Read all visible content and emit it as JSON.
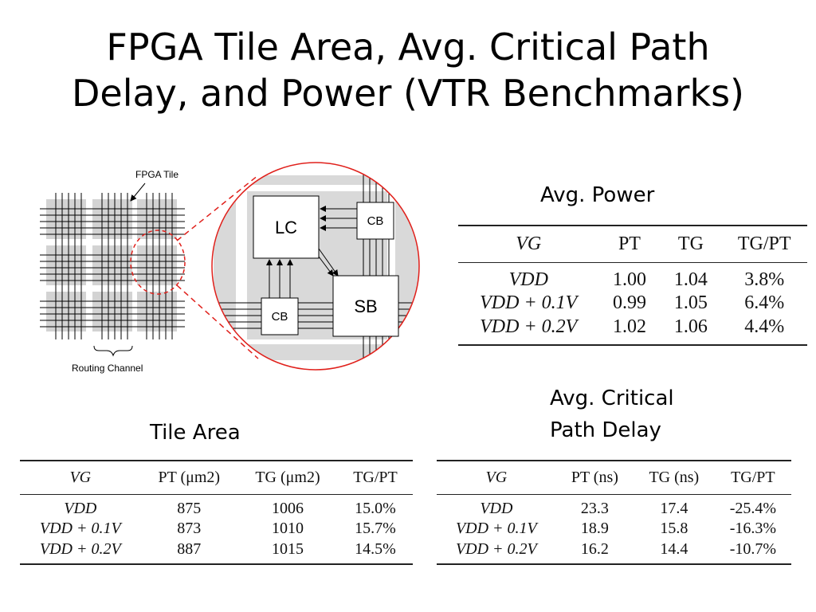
{
  "title": {
    "line1": "FPGA Tile Area, Avg. Critical Path",
    "line2": "Delay, and Power (VTR Benchmarks)"
  },
  "diagram": {
    "tile_label": "FPGA Tile",
    "routing_label": "Routing Channel",
    "lc_label": "LC",
    "cb_top_label": "CB",
    "cb_bottom_label": "CB",
    "sb_label": "SB",
    "accent_color": "#e0201b"
  },
  "power": {
    "caption": "Avg. Power",
    "headers": [
      "VG",
      "PT",
      "TG",
      "TG/PT"
    ],
    "rows": [
      [
        "VDD",
        "1.00",
        "1.04",
        "3.8%"
      ],
      [
        "VDD + 0.1V",
        "0.99",
        "1.05",
        "6.4%"
      ],
      [
        "VDD + 0.2V",
        "1.02",
        "1.06",
        "4.4%"
      ]
    ]
  },
  "delay": {
    "caption_line1": "Avg. Critical",
    "caption_line2": "Path Delay",
    "headers": [
      "VG",
      "PT (ns)",
      "TG (ns)",
      "TG/PT"
    ],
    "rows": [
      [
        "VDD",
        "23.3",
        "17.4",
        "-25.4%"
      ],
      [
        "VDD + 0.1V",
        "18.9",
        "15.8",
        "-16.3%"
      ],
      [
        "VDD + 0.2V",
        "16.2",
        "14.4",
        "-10.7%"
      ]
    ]
  },
  "area": {
    "caption": "Tile Area",
    "headers": [
      "VG",
      "PT (μm2)",
      "TG (μm2)",
      "TG/PT"
    ],
    "rows": [
      [
        "VDD",
        "875",
        "1006",
        "15.0%"
      ],
      [
        "VDD + 0.1V",
        "873",
        "1010",
        "15.7%"
      ],
      [
        "VDD + 0.2V",
        "887",
        "1015",
        "14.5%"
      ]
    ]
  }
}
